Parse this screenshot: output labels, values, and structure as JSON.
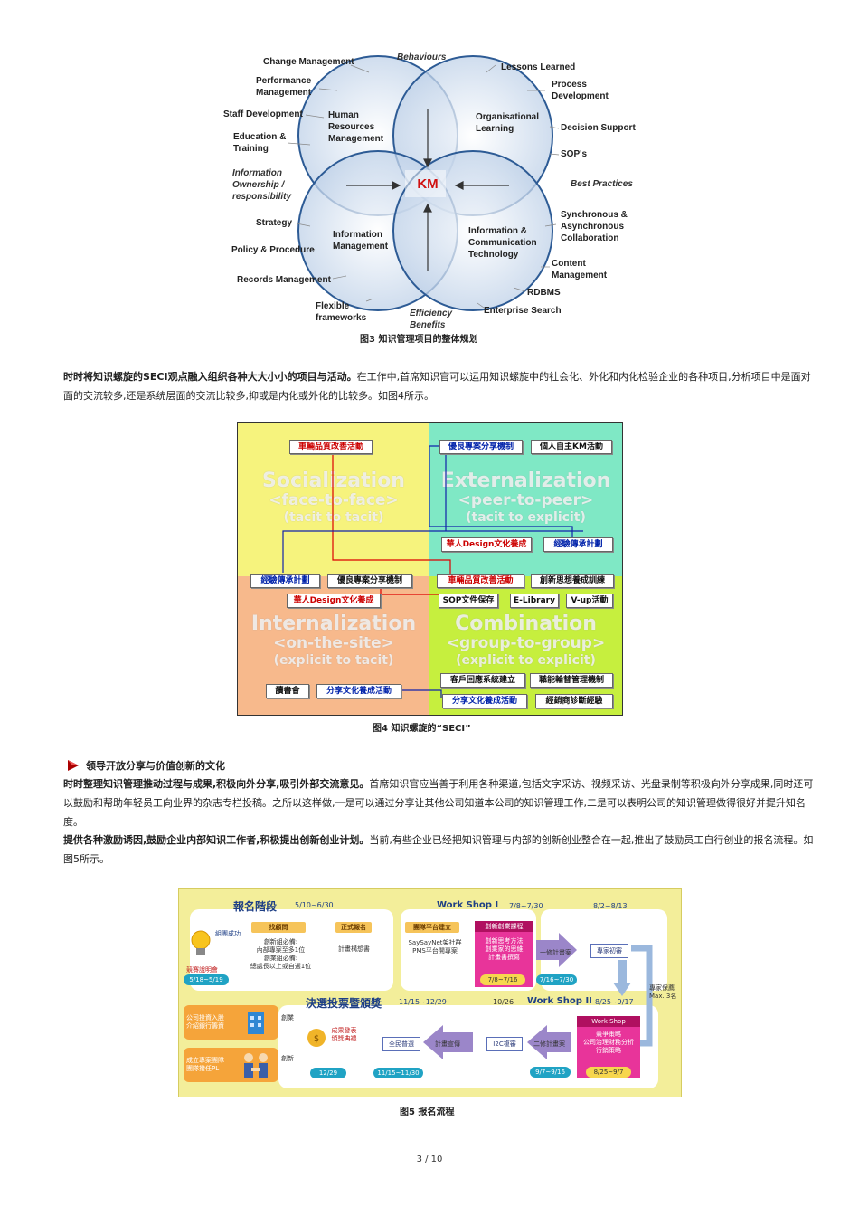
{
  "fig3": {
    "center": "KM",
    "circle_labels": {
      "hr": "Human Resources Management",
      "ol": "Organisational Learning",
      "im": "Information Management",
      "ict": "Information & Communication Technology"
    },
    "outer_labels": {
      "change": "Change Management",
      "perf": "Performance Management",
      "staff": "Staff Development",
      "edu": "Education & Training",
      "info_own": "Information Ownership / responsibility",
      "strategy": "Strategy",
      "policy": "Policy & Procedure",
      "records": "Records Management",
      "flexible": "Flexible frameworks",
      "behaviours": "Behaviours",
      "lessons": "Lessons Learned",
      "process": "Process Development",
      "decision": "Decision Support",
      "sops": "SOP's",
      "best": "Best Practices",
      "sync": "Synchronous & Asynchronous Collaboration",
      "content": "Content Management",
      "rdbms": "RDBMS",
      "enterprise": "Enterprise Search",
      "efficiency": "Efficiency Benefits"
    },
    "caption": "图3    知识管理项目的整体规划"
  },
  "para1": {
    "bold": "时时将知识螺旋的SECI观点融入组织各种大大小小的项目与活动。",
    "text": "在工作中,首席知识官可以运用知识螺旋中的社会化、外化和内化检验企业的各种项目,分析项目中是面对面的交流较多,还是系统层面的交流比较多,抑或是内化或外化的比较多。如图4所示。"
  },
  "fig4": {
    "quadrants": {
      "soc": {
        "t1": "Socialization",
        "t2": "<face-to-face>",
        "t3": "(tacit to tacit)"
      },
      "ext": {
        "t1": "Externalization",
        "t2": "<peer-to-peer>",
        "t3": "(tacit to explicit)"
      },
      "int": {
        "t1": "Internalization",
        "t2": "<on-the-site>",
        "t3": "(explicit to tacit)"
      },
      "com": {
        "t1": "Combination",
        "t2": "<group-to-group>",
        "t3": "(explicit to explicit)"
      }
    },
    "boxes": {
      "b1": "車輛品質改善活動",
      "b2": "優良專案分享機制",
      "b3": "個人自主KM活動",
      "b4": "華人Design文化養成",
      "b5": "經驗傳承計劃",
      "b6": "經驗傳承計劃",
      "b7": "優良專案分享機制",
      "b8": "車輛品質改善活動",
      "b9": "創新思想養成訓練",
      "b10": "華人Design文化養成",
      "b11": "SOP文件保存",
      "b12": "E-Library",
      "b13": "V-up活動",
      "b14": "客戶回應系統建立",
      "b15": "職能輪替管理機制",
      "b16": "讀書會",
      "b17": "分享文化養成活動",
      "b18": "分享文化養成活動",
      "b19": "經銷商診斷經驗"
    },
    "caption": "图4    知识螺旋的“SECI”"
  },
  "section": {
    "heading": "领导开放分享与价值创新的文化"
  },
  "para2": {
    "bold": "时时整理知识管理推动过程与成果,积极向外分享,吸引外部交流意见。",
    "text": "首席知识官应当善于利用各种渠道,包括文字采访、视频采访、光盘录制等积极向外分享成果,同时还可以鼓励和帮助年轻员工向业界的杂志专栏投稿。之所以这样做,一是可以通过分享让其他公司知道本公司的知识管理工作,二是可以表明公司的知识管理做得很好并提升知名度。"
  },
  "para3": {
    "bold": "提供各种激励诱因,鼓励企业内部知识工作者,积极提出创新创业计划。",
    "text": "当前,有些企业已经把知识管理与内部的创新创业整合在一起,推出了鼓励员工自行创业的报名流程。如图5所示。"
  },
  "fig5": {
    "stage1": {
      "title": "報名階段",
      "date": "5/10~6/30"
    },
    "ws1": {
      "title": "Work Shop I",
      "date": "7/8~7/30"
    },
    "ws1b_date": "8/2~8/13",
    "stage2": {
      "title": "決選投票暨頒獎",
      "date": "11/15~12/29"
    },
    "ws2": {
      "title": "Work Shop II",
      "date": "8/25~9/17",
      "date2": "10/26"
    },
    "labels": {
      "team": "組團成功",
      "seminar": "競賽說明會",
      "seminar_date": "5/18~5/19",
      "consult_head": "找顧問",
      "consult_body": "創新組必備:\n內部專案至多1位\n創業組必備:\n總處長以上或自選1位",
      "signup_head": "正式報名",
      "signup_body": "計畫構想書",
      "platform_head": "團隊平台建立",
      "platform_body": "SaySayNet架社群\nPMS平台開專案",
      "course_head": "創新創業課程",
      "course_body": "創新思考方法\n創業家的思維\n計畫書撰寫",
      "course_date": "7/8~7/16",
      "revise1": "一修計畫案",
      "revise1_date": "7/16~7/30",
      "expert": "專家初審",
      "expert_guard": "專家保薦\nMax. 3名",
      "ws2_box_head": "Work Shop",
      "ws2_box_body": "競爭策略\n公司治理財務分析\n行銷策略",
      "ws2_box_date": "8/25~9/7",
      "revise2": "二修計畫案",
      "revise2_date": "9/7~9/16",
      "i2c": "I2C複審",
      "promo": "計畫宣傳",
      "vote": "全民普選",
      "vote_date": "11/15~11/30",
      "result": "成果發表\n頒獎典禮",
      "result_date": "12/29",
      "startup": "創業",
      "innov": "創新",
      "invest": "公司投資入股\n介紹銀行籌資",
      "newteam": "成立專案團隊\n團隊撥任PL"
    },
    "caption": "图5    报名流程"
  },
  "page": "3 / 10"
}
